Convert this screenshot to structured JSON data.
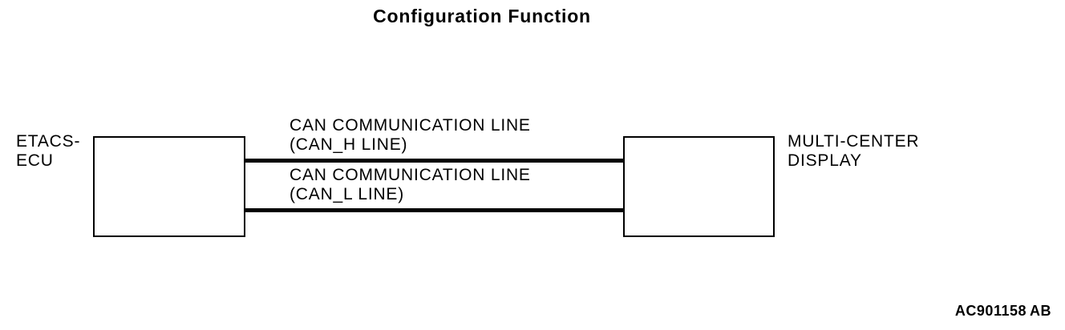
{
  "page": {
    "background_color": "#ffffff",
    "ink_color": "#000000"
  },
  "diagram": {
    "title": "Configuration Function",
    "nodes": [
      {
        "id": "etacs-ecu",
        "label_line1": "ETACS-",
        "label_line2": "ECU"
      },
      {
        "id": "multi-center-display",
        "label_line1": "MULTI-CENTER",
        "label_line2": "DISPLAY"
      }
    ],
    "connections": [
      {
        "id": "can-h",
        "label_line1": "CAN COMMUNICATION LINE",
        "label_line2": "(CAN_H LINE)"
      },
      {
        "id": "can-l",
        "label_line1": "CAN COMMUNICATION LINE",
        "label_line2": "(CAN_L LINE)"
      }
    ],
    "drawing_code": {
      "base": "AC901158",
      "suffix": "AB"
    }
  }
}
